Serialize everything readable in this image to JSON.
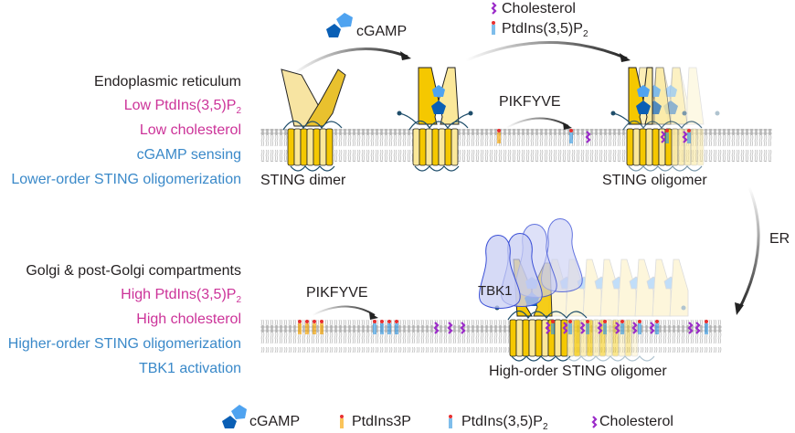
{
  "er_section": {
    "title": "Endoplasmic reticulum",
    "features": [
      {
        "text": "Low PtdIns(3,5)P",
        "sub": "2",
        "color": "pink"
      },
      {
        "text": "Low cholesterol",
        "sub": "",
        "color": "pink"
      },
      {
        "text": "cGAMP sensing",
        "sub": "",
        "color": "blue"
      },
      {
        "text": "Lower-order STING oligomerization",
        "sub": "",
        "color": "blue"
      }
    ]
  },
  "golgi_section": {
    "title": "Golgi & post-Golgi compartments",
    "features": [
      {
        "text": "High PtdIns(3,5)P",
        "sub": "2",
        "color": "pink"
      },
      {
        "text": "High cholesterol",
        "sub": "",
        "color": "pink"
      },
      {
        "text": "Higher-order STING oligomerization",
        "sub": "",
        "color": "blue"
      },
      {
        "text": "TBK1 activation",
        "sub": "",
        "color": "blue"
      }
    ]
  },
  "diagram": {
    "cgamp_label": "cGAMP",
    "top_legend": {
      "cholesterol": "Cholesterol",
      "ptdins35p2": "PtdIns(3,5)P",
      "ptdins35p2_sub": "2"
    },
    "pikfyve_label_top": "PIKFYVE",
    "pikfyve_label_bottom": "PIKFYVE",
    "sting_dimer_label": "STING dimer",
    "sting_oligomer_label": "STING oligomer",
    "er_arrow_label": "ER",
    "tbk1_label": "TBK1",
    "high_order_label": "High-order STING oligomer"
  },
  "legend": {
    "cgamp": "cGAMP",
    "ptdins3p": "PtdIns3P",
    "ptdins35p2": "PtdIns(3,5)P",
    "ptdins35p2_sub": "2",
    "cholesterol": "Cholesterol"
  },
  "colors": {
    "pink": "#cc3399",
    "blue": "#3a89c9",
    "sting_dark": "#f5c800",
    "sting_light": "#fbe89a",
    "cgamp_dark": "#0a5fb5",
    "cgamp_light": "#4fa3f0",
    "tbk1": "#c8cdf3",
    "cholesterol": "#9b2bc9",
    "ptdins3p": "#f7a500",
    "ptdins35p2": "#3a9ae0"
  }
}
